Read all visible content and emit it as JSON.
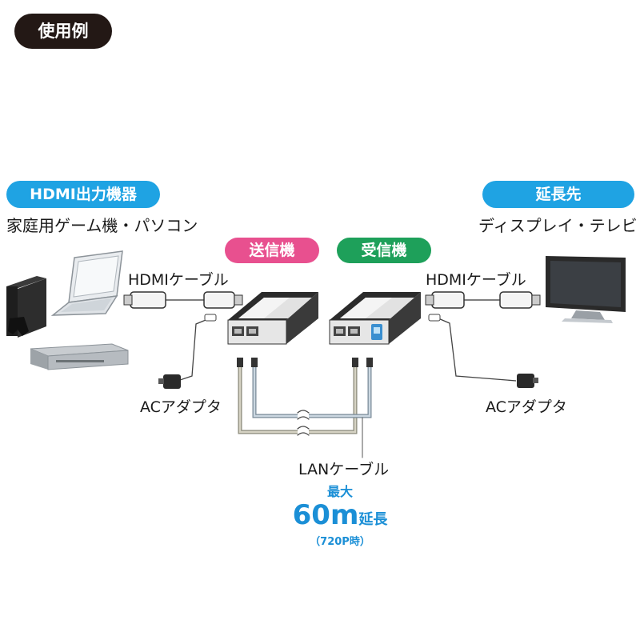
{
  "header": {
    "label": "使用例"
  },
  "source": {
    "badge": "HDMI出力機器",
    "devices": "家庭用ゲーム機・パソコン"
  },
  "destination": {
    "badge": "延長先",
    "devices": "ディスプレイ・テレビ"
  },
  "transmitter": {
    "badge": "送信機"
  },
  "receiver": {
    "badge": "受信機"
  },
  "cables": {
    "hdmi_left": "HDMIケーブル",
    "hdmi_right": "HDMIケーブル",
    "ac_left": "ACアダプタ",
    "ac_right": "ACアダプタ",
    "lan": "LANケーブル"
  },
  "range": {
    "prefix": "最大",
    "distance": "60m",
    "suffix": "延長",
    "note": "（720P時）"
  },
  "colors": {
    "header_bg": "#231815",
    "blue_badge": "#1fa3e3",
    "pink_badge": "#e8508f",
    "green_badge": "#1ea05a",
    "range_text": "#1b8fd6"
  }
}
